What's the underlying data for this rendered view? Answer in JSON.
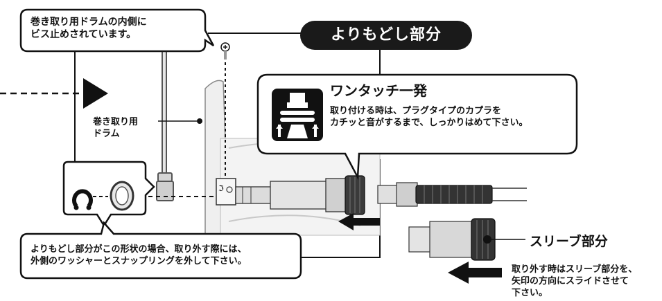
{
  "screw_note": {
    "line1": "巻き取り用ドラムの内側に",
    "line2": "ビス止めされています。"
  },
  "title": "よりもどし部分",
  "drum_label": {
    "line1": "巻き取り用",
    "line2": "ドラム"
  },
  "one_touch": {
    "heading": "ワンタッチ一発",
    "line1": "取り付ける時は、プラグタイプのカプラを",
    "line2": "カチッと音がするまで、しっかりはめて下さい。"
  },
  "washer_note": {
    "line1": "よりもどし部分がこの形状の場合、取り外す際には、",
    "line2": "外側のワッシャーとスナップリングを外して下さい。"
  },
  "sleeve_label": "スリーブ部分",
  "remove_note": {
    "line1": "取り外す時はスリーブ部分を、",
    "line2": "矢印の方向にスライドさせて",
    "line3": "下さい。"
  }
}
